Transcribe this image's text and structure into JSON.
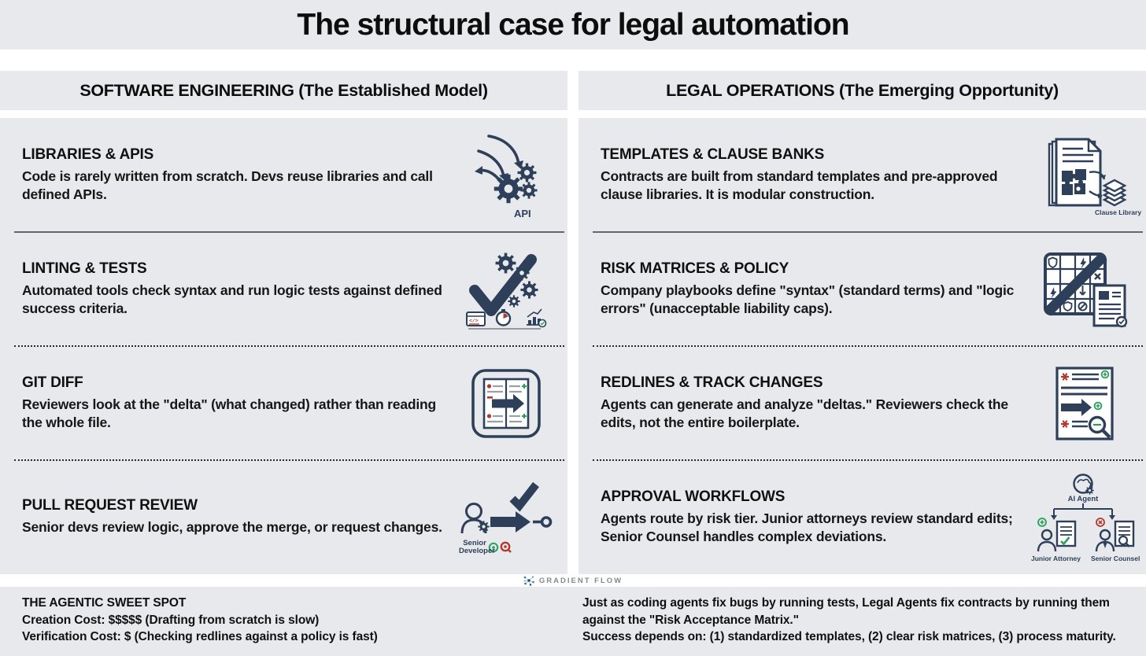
{
  "title": "The structural case for legal automation",
  "columns": [
    {
      "header": "SOFTWARE ENGINEERING (The Established Model)",
      "rows": [
        {
          "title": "LIBRARIES & APIS",
          "body": "Code is rarely written from scratch. Devs reuse libraries and call defined APIs.",
          "icon": "api-gears-icon",
          "icon_label": "API"
        },
        {
          "title": "LINTING & TESTS",
          "body": "Automated tools check syntax and run logic tests against defined success criteria.",
          "icon": "checkmark-gears-icon"
        },
        {
          "title": "GIT DIFF",
          "body": "Reviewers look at the \"delta\" (what changed) rather than reading the whole file.",
          "icon": "diff-panel-icon"
        },
        {
          "title": "PULL REQUEST REVIEW",
          "body": "Senior devs review logic, approve the merge, or request changes.",
          "icon": "reviewer-merge-icon",
          "icon_label": "Senior Developer"
        }
      ]
    },
    {
      "header": "LEGAL OPERATIONS (The Emerging Opportunity)",
      "rows": [
        {
          "title": "TEMPLATES & CLAUSE BANKS",
          "body": "Contracts are built from standard templates and pre-approved clause libraries. It is modular construction.",
          "icon": "clause-library-document-icon",
          "icon_label": "Clause Library"
        },
        {
          "title": "RISK MATRICES & POLICY",
          "body": "Company playbooks define \"syntax\" (standard terms) and \"logic errors\" (unacceptable liability caps).",
          "icon": "risk-matrix-icon"
        },
        {
          "title": "REDLINES & TRACK CHANGES",
          "body": "Agents can generate and analyze \"deltas.\" Reviewers check the edits, not the entire boilerplate.",
          "icon": "redline-document-icon"
        },
        {
          "title": "APPROVAL WORKFLOWS",
          "body": "Agents route by risk tier. Junior attorneys review standard edits; Senior Counsel handles complex deviations.",
          "icon": "approval-workflow-icon",
          "icon_labels": {
            "top": "AI Agent",
            "left": "Junior Attorney",
            "right": "Senior Counsel"
          }
        }
      ]
    }
  ],
  "logo": {
    "text": "GRADIENT FLOW",
    "icon": "network-dots-icon"
  },
  "footer": {
    "left": {
      "title": "THE AGENTIC SWEET SPOT",
      "line1": "Creation Cost: $$$$$ (Drafting from scratch is slow)",
      "line2": "Verification Cost: $ (Checking redlines against a policy is fast)"
    },
    "right": {
      "line1": "Just as coding agents fix bugs by running tests, Legal Agents fix contracts by running them against the \"Risk Acceptance Matrix.\"",
      "line2": "Success depends on: (1) standardized templates, (2) clear risk matrices, (3) process maturity."
    }
  },
  "colors": {
    "panel_bg": "#e7e9ec",
    "navy": "#2e4059",
    "red": "#b03a2e",
    "green": "#27a05c"
  }
}
